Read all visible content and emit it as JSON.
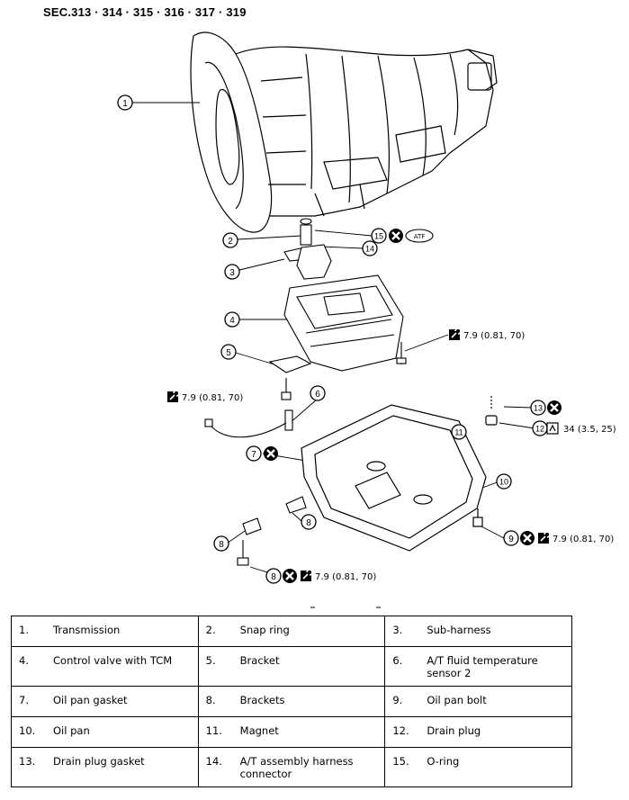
{
  "section_title": "SEC.313 · 314 · 315 · 316 · 317 · 319",
  "callouts": [
    {
      "id": "c1",
      "label": "1"
    },
    {
      "id": "c2",
      "label": "2"
    },
    {
      "id": "c3",
      "label": "3"
    },
    {
      "id": "c4",
      "label": "4"
    },
    {
      "id": "c5",
      "label": "5"
    },
    {
      "id": "c6",
      "label": "6"
    },
    {
      "id": "c7",
      "label": "7"
    },
    {
      "id": "c8a",
      "label": "8"
    },
    {
      "id": "c8b",
      "label": "8"
    },
    {
      "id": "c8c",
      "label": "8"
    },
    {
      "id": "c9",
      "label": "9"
    },
    {
      "id": "c10",
      "label": "10"
    },
    {
      "id": "c11",
      "label": "11"
    },
    {
      "id": "c12",
      "label": "12"
    },
    {
      "id": "c13",
      "label": "13"
    },
    {
      "id": "c14",
      "label": "14"
    },
    {
      "id": "c15",
      "label": "15"
    }
  ],
  "torque_specs": [
    {
      "id": "t_valve",
      "text": "7.9 (0.81, 70)"
    },
    {
      "id": "t_sensor",
      "text": "7.9 (0.81, 70)"
    },
    {
      "id": "t_drain",
      "text": "34 (3.5, 25)"
    },
    {
      "id": "t_panbolt",
      "text": "7.9 (0.81, 70)"
    },
    {
      "id": "t_bottom",
      "text": "7.9 (0.81, 70)"
    }
  ],
  "atf_badge": "ATF",
  "legend": [
    [
      {
        "num": "1.",
        "name": "Transmission"
      },
      {
        "num": "2.",
        "name": "Snap ring"
      },
      {
        "num": "3.",
        "name": "Sub-harness"
      }
    ],
    [
      {
        "num": "4.",
        "name": "Control valve with TCM"
      },
      {
        "num": "5.",
        "name": "Bracket"
      },
      {
        "num": "6.",
        "name": "A/T fluid temperature sensor 2"
      }
    ],
    [
      {
        "num": "7.",
        "name": "Oil pan gasket"
      },
      {
        "num": "8.",
        "name": "Brackets"
      },
      {
        "num": "9.",
        "name": "Oil pan bolt"
      }
    ],
    [
      {
        "num": "10.",
        "name": "Oil pan"
      },
      {
        "num": "11.",
        "name": "Magnet"
      },
      {
        "num": "12.",
        "name": "Drain plug"
      }
    ],
    [
      {
        "num": "13.",
        "name": "Drain plug gasket"
      },
      {
        "num": "14.",
        "name": "A/T assembly harness connector"
      },
      {
        "num": "15.",
        "name": "O-ring"
      }
    ]
  ]
}
